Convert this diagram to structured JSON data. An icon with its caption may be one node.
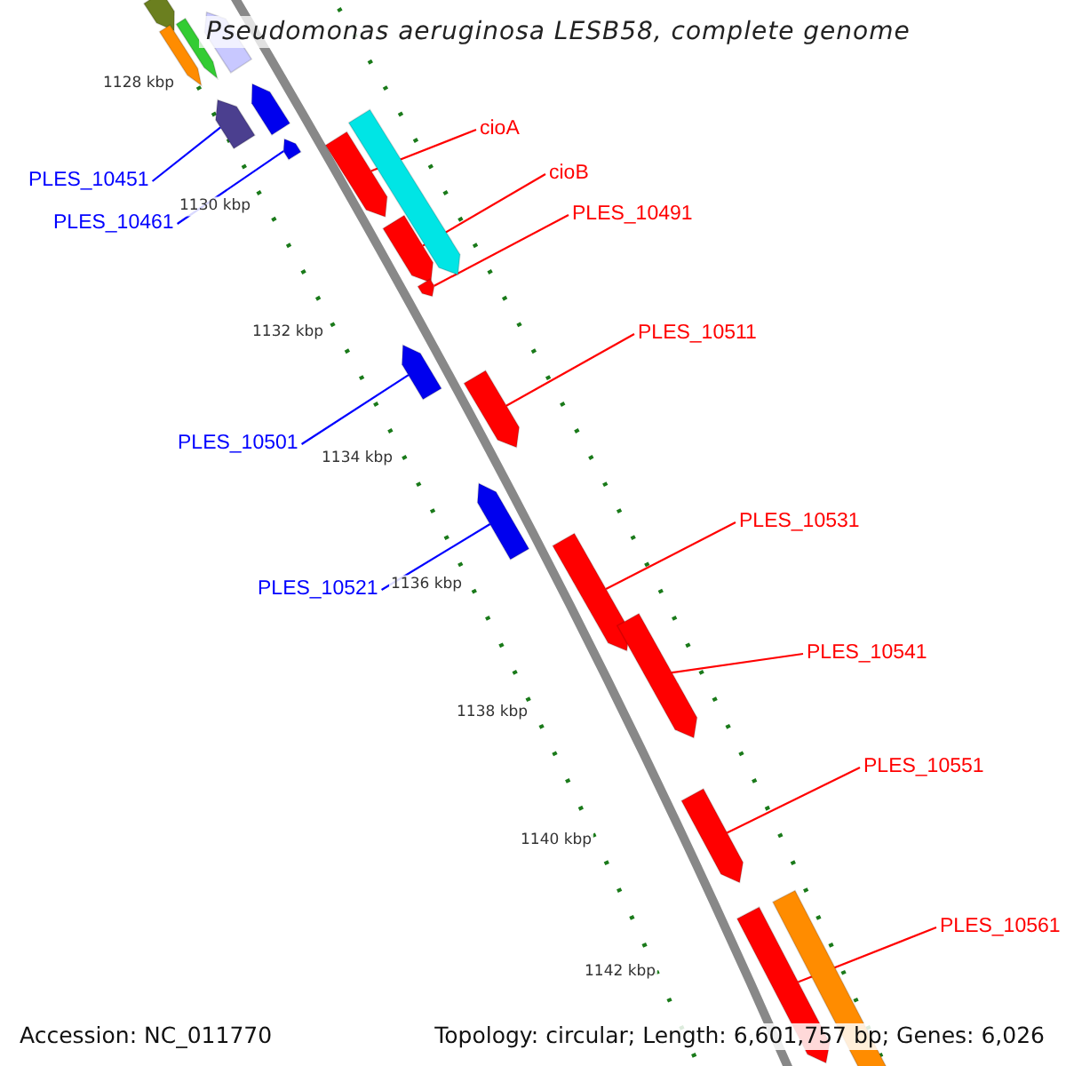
{
  "diagram": {
    "title": "Pseudomonas aeruginosa LESB58, complete genome",
    "nodes": [
      {
        "text": [
          "PLES_10451"
        ]
      },
      {
        "text": [
          "PLES_10461"
        ]
      },
      {
        "text": [
          "cioA"
        ]
      },
      {
        "text": [
          "cioB"
        ]
      },
      {
        "text": [
          "PLES_10491"
        ]
      },
      {
        "text": [
          "PLES_10511"
        ]
      },
      {
        "text": [
          "PLES_10501"
        ]
      },
      {
        "text": [
          "PLES_10521"
        ]
      },
      {
        "text": [
          "PLES_10531"
        ]
      },
      {
        "text": [
          "PLES_10541"
        ]
      },
      {
        "text": [
          "PLES_10551"
        ]
      },
      {
        "text": [
          "PLES_10561"
        ]
      },
      {
        "text": [],
        "shape": "bar"
      },
      {
        "text": [],
        "shape": "bar"
      },
      {
        "text": [],
        "shape": "bar"
      },
      {
        "text": [],
        "shape": "bar"
      },
      {
        "text": [],
        "shape": "bar"
      },
      {
        "text": [],
        "shape": "bar"
      },
      {
        "text": [],
        "shape": "bar"
      },
      {
        "text": [],
        "shape": "bar"
      },
      {
        "text": [],
        "shape": "bar"
      },
      {
        "text": [],
        "shape": "bar"
      },
      {
        "text": [],
        "shape": "bar"
      },
      {
        "text": [],
        "shape": "bar"
      },
      {
        "text": [],
        "shape": "bar"
      },
      {
        "text": [],
        "shape": "bar"
      },
      {
        "text": [],
        "shape": "bar"
      },
      {
        "text": [],
        "shape": "bar"
      },
      {
        "text": [],
        "shape": "bar"
      },
      {
        "text": [],
        "shape": "bar"
      },
      {
        "text": [],
        "shape": "bar"
      }
    ],
    "edges": [
      {
        "from": 0,
        "to": 12,
        "arrow": "none",
        "color": "#0000ff"
      },
      {
        "from": 1,
        "to": 13,
        "arrow": "none",
        "color": "#0000ff"
      },
      {
        "from": 2,
        "to": 14,
        "arrow": "none"
      },
      {
        "from": 3,
        "to": 15,
        "arrow": "none"
      },
      {
        "from": 4,
        "to": 16,
        "arrow": "none"
      },
      {
        "from": 5,
        "to": 17,
        "arrow": "none"
      },
      {
        "from": 6,
        "to": 18,
        "arrow": "none",
        "color": "#0000ff"
      },
      {
        "from": 7,
        "to": 19,
        "arrow": "none",
        "color": "#0000ff"
      },
      {
        "from": 8,
        "to": 20,
        "arrow": "none"
      },
      {
        "from": 9,
        "to": 21,
        "arrow": "none"
      },
      {
        "from": 10,
        "to": 22,
        "arrow": "none"
      },
      {
        "from": 11,
        "to": 23,
        "arrow": "none"
      }
    ],
    "labels": [
      "1128 kbp",
      "1130 kbp",
      "1132 kbp",
      "1134 kbp",
      "1136 kbp",
      "1138 kbp",
      "1140 kbp",
      "1142 kbp",
      "Accession: NC_011770",
      "Topology: circular; Length: 6,601,757 bp; Genes: 6,026"
    ]
  }
}
